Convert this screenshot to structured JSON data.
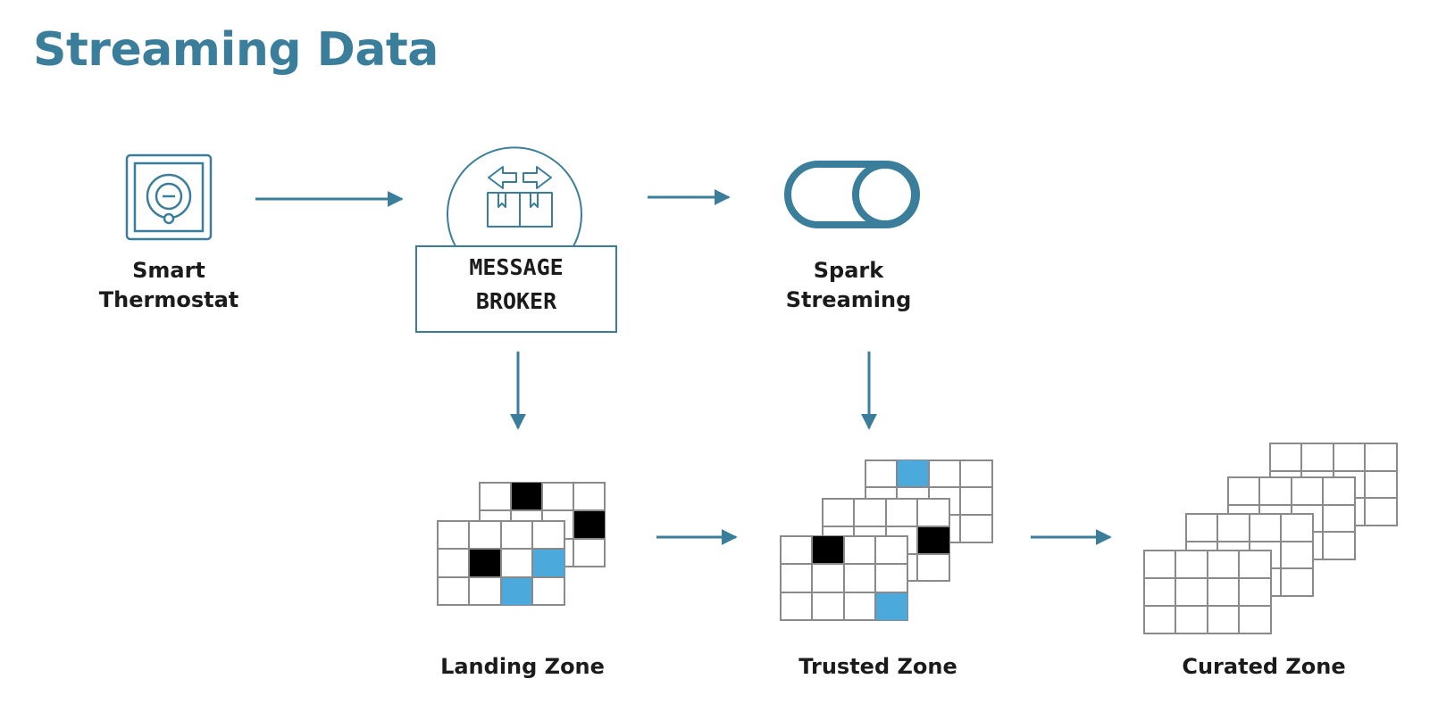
{
  "title": "Streaming Data",
  "colors": {
    "accent": "#3b7e9c",
    "highlight": "#4ba9dc",
    "filled": "#000000",
    "grid_line": "#8a8a8a",
    "text": "#1b1b1b"
  },
  "nodes": {
    "thermostat": {
      "icon": "thermostat-icon",
      "lines": [
        "Smart",
        "Thermostat"
      ]
    },
    "broker": {
      "icon": "shipping-boxes-exchange-icon",
      "lines": [
        "MESSAGE",
        "BROKER"
      ]
    },
    "spark": {
      "icon": "toggle-switch-icon",
      "lines": [
        "Spark",
        "Streaming"
      ]
    }
  },
  "zones": {
    "landing": {
      "label": "Landing Zone"
    },
    "trusted": {
      "label": "Trusted Zone"
    },
    "curated": {
      "label": "Curated Zone"
    }
  }
}
